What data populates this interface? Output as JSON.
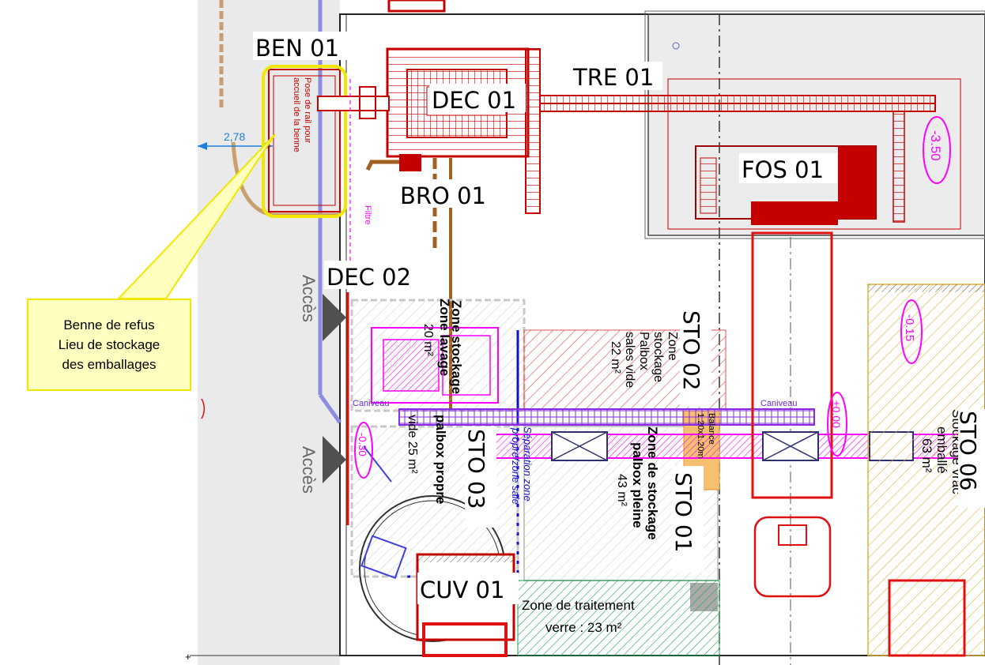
{
  "labels": {
    "ben01": "BEN 01",
    "dec01": "DEC 01",
    "tre01": "TRE 01",
    "fos01": "FOS 01",
    "bro01": "BRO 01",
    "dec02": "DEC 02",
    "sto02": "STO 02",
    "sto03": "STO 03",
    "sto01": "STO 01",
    "sto06": "STO 06",
    "cuv01": "CUV 01"
  },
  "zones": {
    "rail_line1": "Pose de rail pour",
    "rail_line2": "accueil de la benne",
    "filtre": "Filtre",
    "acces_upper": "Accès",
    "acces_lower": "Accès",
    "caniveau_left": "Caniveau",
    "caniveau_right": "Caniveau",
    "sto02_line1": "Zone",
    "sto02_line2": "stockage",
    "sto02_line3": "Palbox",
    "sto02_line4": "sales vide",
    "sto02_line5": "22 m²",
    "lavage_line1": "Zone lavage",
    "lavage_line2": "20 m²",
    "sto03_line1": "Zone stockage",
    "sto03_line2": "palbox propre",
    "sto03_line3": "vide 25 m²",
    "separation_line1": "Séparation zone",
    "separation_line2": "propre/zone sale",
    "sto01_line1": "Zone de stockage",
    "sto01_line2": "palbox pleine",
    "sto01_line3": "43 m²",
    "balance_line1": "Balance",
    "balance_line2": "1.20x1.20m",
    "sto06_line1": "Stockage vrac",
    "sto06_line2": "emballé",
    "sto06_line3": "63 m²",
    "traitement_line1": "Zone de traitement",
    "traitement_line2": "verre : 23 m²"
  },
  "levels": {
    "minus350": "-3.50",
    "minus015": "-0.15",
    "zero": "±0.00",
    "minus030": "-0.30"
  },
  "dimension": "2,78",
  "callout": {
    "line1": "Benne de refus",
    "line2": "Lieu de stockage",
    "line3": "des emballages"
  },
  "colors": {
    "equipment": "#c40000",
    "magenta": "#ff00ff",
    "blue": "#0000dd",
    "violet": "#8a2be2",
    "highlight": "#f2e700",
    "zone_green": "#1aa050",
    "zone_yellow": "#e0b040",
    "dimension": "#1e7fe0"
  }
}
